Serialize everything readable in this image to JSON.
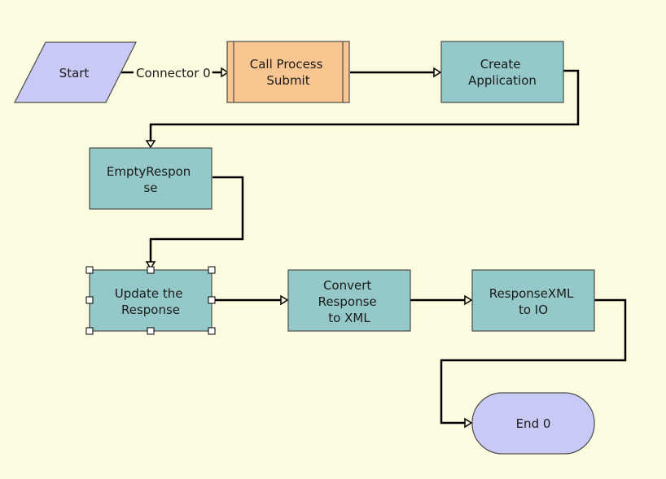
{
  "diagram": {
    "nodes": {
      "start": {
        "label": "Start",
        "shape": "parallelogram",
        "color": "#c9c9f6"
      },
      "call_process": {
        "label": [
          "Call Process",
          "Submit"
        ],
        "shape": "subprocess",
        "color": "#f9c692"
      },
      "create_app": {
        "label": [
          "Create",
          "Application"
        ],
        "shape": "rect",
        "color": "#95c9c9"
      },
      "empty_response": {
        "label": [
          "EmptyRespon",
          "se"
        ],
        "shape": "rect",
        "color": "#95c9c9"
      },
      "update_response": {
        "label": [
          "Update the",
          "Response"
        ],
        "shape": "rect",
        "color": "#95c9c9",
        "selected": true
      },
      "convert_xml": {
        "label": [
          "Convert",
          "Response",
          "to XML"
        ],
        "shape": "rect",
        "color": "#95c9c9"
      },
      "response_io": {
        "label": [
          "ResponseXML",
          "to IO"
        ],
        "shape": "rect",
        "color": "#95c9c9"
      },
      "end": {
        "label": "End 0",
        "shape": "stadium",
        "color": "#c9c9f6"
      }
    },
    "connectors": {
      "start_to_call": {
        "label": "Connector 0"
      }
    },
    "colors": {
      "background": "#fcfce0",
      "line": "#000000"
    }
  }
}
